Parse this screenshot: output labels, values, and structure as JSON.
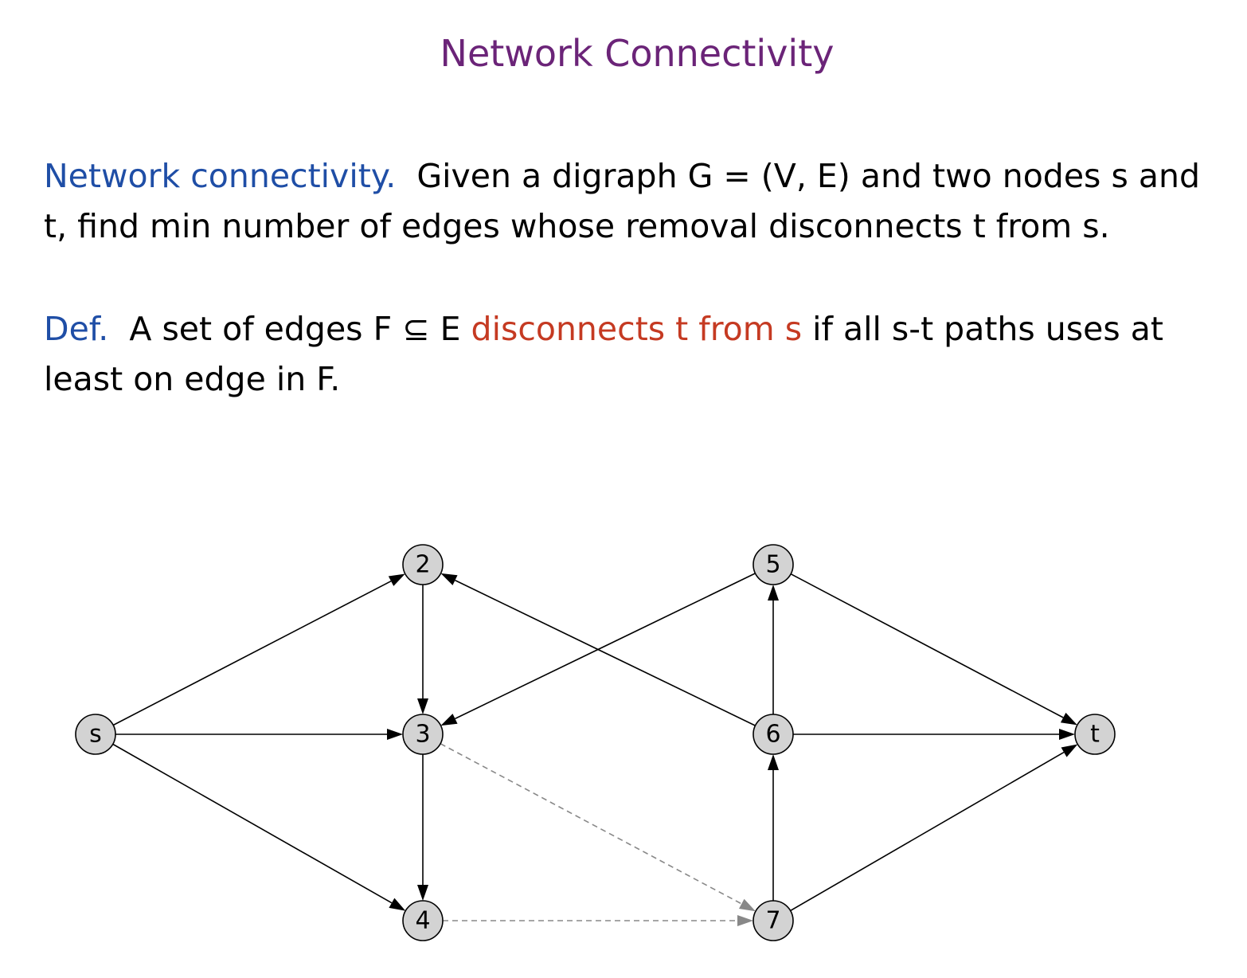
{
  "title": "Network Connectivity",
  "paragraph1": {
    "lead": "Network connectivity.",
    "line1": "Given a digraph G = (V, E) and two nodes s and",
    "line2": "t,  find min number of edges whose removal disconnects t from s."
  },
  "paragraph2": {
    "lead": "Def.",
    "before": "A set of edges F ⊆ E",
    "highlight": "disconnects t from s",
    "after": "if all s-t paths uses at",
    "line2": "least on edge in F."
  },
  "colors": {
    "title": "#6b2478",
    "lead": "#1f4ea6",
    "highlight": "#c53a22",
    "node_fill": "#d3d3d3",
    "dashed_edge": "#888888"
  },
  "graph": {
    "nodes": [
      {
        "id": "s",
        "label": "s"
      },
      {
        "id": "2",
        "label": "2"
      },
      {
        "id": "3",
        "label": "3"
      },
      {
        "id": "4",
        "label": "4"
      },
      {
        "id": "5",
        "label": "5"
      },
      {
        "id": "6",
        "label": "6"
      },
      {
        "id": "7",
        "label": "7"
      },
      {
        "id": "t",
        "label": "t"
      }
    ],
    "edges": [
      {
        "from": "s",
        "to": "2",
        "style": "solid"
      },
      {
        "from": "s",
        "to": "3",
        "style": "solid"
      },
      {
        "from": "s",
        "to": "4",
        "style": "solid"
      },
      {
        "from": "2",
        "to": "3",
        "style": "solid"
      },
      {
        "from": "3",
        "to": "4",
        "style": "solid"
      },
      {
        "from": "5",
        "to": "3",
        "style": "solid"
      },
      {
        "from": "6",
        "to": "2",
        "style": "solid"
      },
      {
        "from": "6",
        "to": "5",
        "style": "solid"
      },
      {
        "from": "5",
        "to": "t",
        "style": "solid"
      },
      {
        "from": "6",
        "to": "t",
        "style": "solid"
      },
      {
        "from": "7",
        "to": "6",
        "style": "solid"
      },
      {
        "from": "7",
        "to": "t",
        "style": "solid"
      },
      {
        "from": "3",
        "to": "7",
        "style": "dashed"
      },
      {
        "from": "4",
        "to": "7",
        "style": "dashed"
      }
    ]
  }
}
